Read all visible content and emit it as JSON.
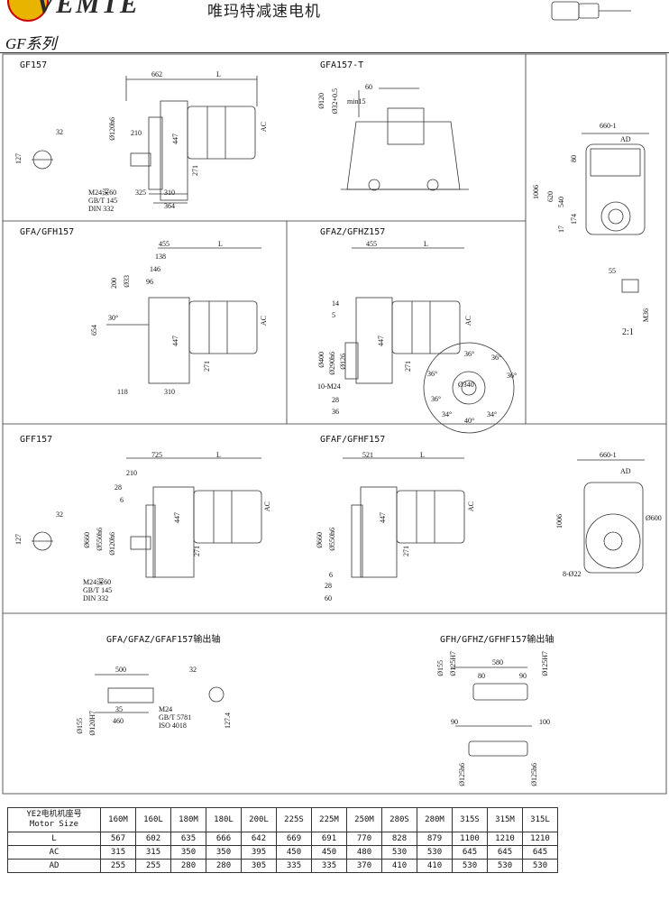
{
  "header": {
    "brand": "VEMTE",
    "brand_cn": "唯玛特减速电机",
    "series": "GF系列"
  },
  "panels": {
    "gf157": {
      "title": "GF157",
      "dims": {
        "d662": "662",
        "L": "L",
        "d32": "32",
        "d127": "127",
        "d210": "210",
        "d120": "Ø120h6",
        "d447": "447",
        "AC": "AC",
        "d271": "271",
        "d325": "325",
        "d310": "310",
        "d364": "364"
      },
      "note": [
        "M24深60",
        "GB/T 145",
        "DIN 332"
      ]
    },
    "gfa157t": {
      "title": "GFA157-T",
      "dims": {
        "d120": "Ø120",
        "d32": "Ø32+0.5",
        "d60": "60",
        "min15": "min15"
      }
    },
    "right_top": {
      "dims": {
        "d660": "660-1",
        "AD": "AD",
        "d80": "80",
        "d1006": "1006",
        "d620": "620",
        "d540": "540",
        "d174": "174",
        "d17": "17",
        "d55": "55",
        "M36": "M36"
      },
      "ratio": "2:1"
    },
    "gfa": {
      "title": "GFA/GFH157",
      "dims": {
        "d455": "455",
        "L": "L",
        "d138": "138",
        "d146": "146",
        "d200": "200",
        "d033": "Ø33",
        "d96": "96",
        "d654": "654",
        "d30": "30°",
        "AC": "AC",
        "d447": "447",
        "d271": "271",
        "d118": "118",
        "d310": "310"
      }
    },
    "gfaz": {
      "title": "GFAZ/GFHZ157",
      "dims": {
        "d455": "455",
        "L": "L",
        "d14": "14",
        "d5": "5",
        "AC": "AC",
        "d447": "447",
        "d400": "Ø400",
        "d290": "Ø290h6",
        "d126": "Ø126",
        "d271": "271",
        "m24": "10-M24",
        "d28": "28",
        "d36": "36",
        "a36a": "36°",
        "a36b": "36°",
        "a36c": "36°",
        "a36d": "36°",
        "a36e": "36°",
        "a34a": "34°",
        "a34b": "34°",
        "a40": "40°",
        "pcd": "Ø340"
      }
    },
    "gff": {
      "title": "GFF157",
      "dims": {
        "d725": "725",
        "L": "L",
        "d210": "210",
        "d28": "28",
        "d6": "6",
        "d32": "32",
        "d127": "127",
        "d660": "Ø660",
        "d550": "Ø550h6",
        "d120": "Ø120h6",
        "d447": "447",
        "AC": "AC",
        "d271": "271"
      },
      "note": [
        "M24深60",
        "GB/T 145",
        "DIN 332"
      ]
    },
    "gfaf": {
      "title": "GFAF/GFHF157",
      "dims": {
        "d521": "521",
        "L": "L",
        "d660": "Ø660",
        "d550": "Ø550h6",
        "d447": "447",
        "AC": "AC",
        "d271": "271",
        "d6": "6",
        "d28": "28",
        "d60": "60"
      }
    },
    "right_mid": {
      "dims": {
        "d660": "660-1",
        "AD": "AD",
        "d1006": "1006",
        "d600": "Ø600",
        "holes": "8-Ø22"
      }
    },
    "shaft_a": {
      "title": "GFA/GFAZ/GFAF157输出轴",
      "dims": {
        "d500": "500",
        "d32": "32",
        "d155": "Ø155",
        "d120": "Ø120H7",
        "d35": "35",
        "d460": "460",
        "d1274": "127.4"
      },
      "note": [
        "M24",
        "GB/T 5781",
        "ISO 4018"
      ]
    },
    "shaft_h": {
      "title": "GFH/GFHZ/GFHF157输出轴",
      "dims": {
        "d155": "Ø155",
        "d125a": "Ø125H7",
        "d580": "580",
        "d80": "80",
        "d90a": "90",
        "d125b": "Ø125H7",
        "d90b": "90",
        "d100": "100",
        "d125c": "Ø125h6",
        "d125d": "Ø125h6"
      }
    }
  },
  "table": {
    "header_label": "YE2电机机座号\nMotor Size",
    "motor_sizes": [
      "160M",
      "160L",
      "180M",
      "180L",
      "200L",
      "225S",
      "225M",
      "250M",
      "280S",
      "280M",
      "315S",
      "315M",
      "315L"
    ],
    "rows": [
      {
        "label": "L",
        "values": [
          "567",
          "602",
          "635",
          "666",
          "642",
          "669",
          "691",
          "770",
          "828",
          "879",
          "1100",
          "1210",
          "1210"
        ]
      },
      {
        "label": "AC",
        "values": [
          "315",
          "315",
          "350",
          "350",
          "395",
          "450",
          "450",
          "480",
          "530",
          "530",
          "645",
          "645",
          "645"
        ]
      },
      {
        "label": "AD",
        "values": [
          "255",
          "255",
          "280",
          "280",
          "305",
          "335",
          "335",
          "370",
          "410",
          "410",
          "530",
          "530",
          "530"
        ]
      }
    ]
  }
}
